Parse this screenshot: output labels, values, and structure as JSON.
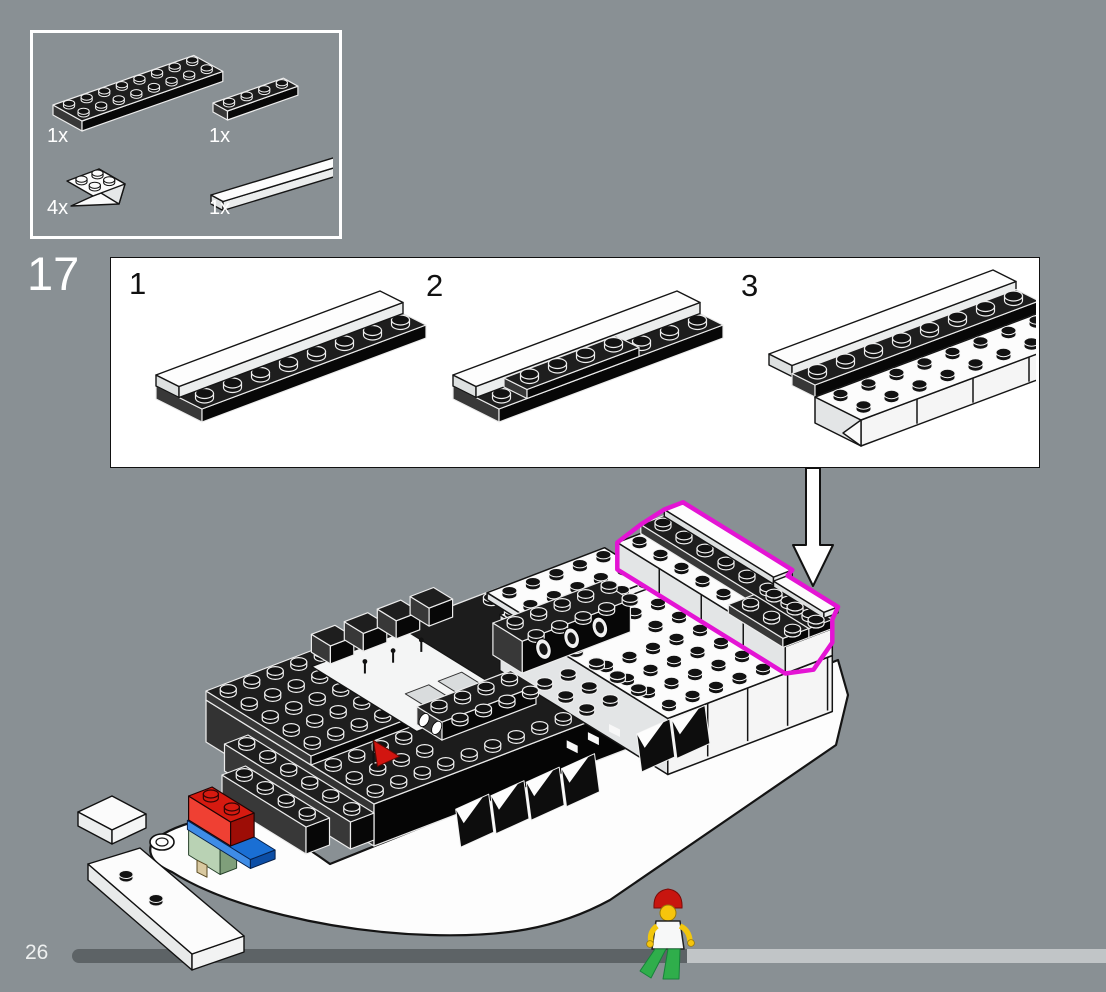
{
  "page": {
    "background": "#899094"
  },
  "parts_box": {
    "items": [
      {
        "name": "black-plate-2x8",
        "count": "1x"
      },
      {
        "name": "black-plate-1x4",
        "count": "1x"
      },
      {
        "name": "white-inverted-slope-3x2",
        "count": "4x"
      },
      {
        "name": "white-tile-1x8",
        "count": "1x"
      }
    ]
  },
  "step": {
    "number": "17"
  },
  "substeps": [
    {
      "label": "1"
    },
    {
      "label": "2"
    },
    {
      "label": "3"
    }
  ],
  "footer": {
    "page_number": "26"
  },
  "colors": {
    "highlight_outline": "#e414d4",
    "progress_done": "#5d6366",
    "progress_remaining": "#c1c5c7",
    "brick_red": "#d61a10",
    "brick_blue": "#1a6fd4",
    "brick_green": "#9dbb98",
    "minifig_legs": "#2fae4b"
  }
}
